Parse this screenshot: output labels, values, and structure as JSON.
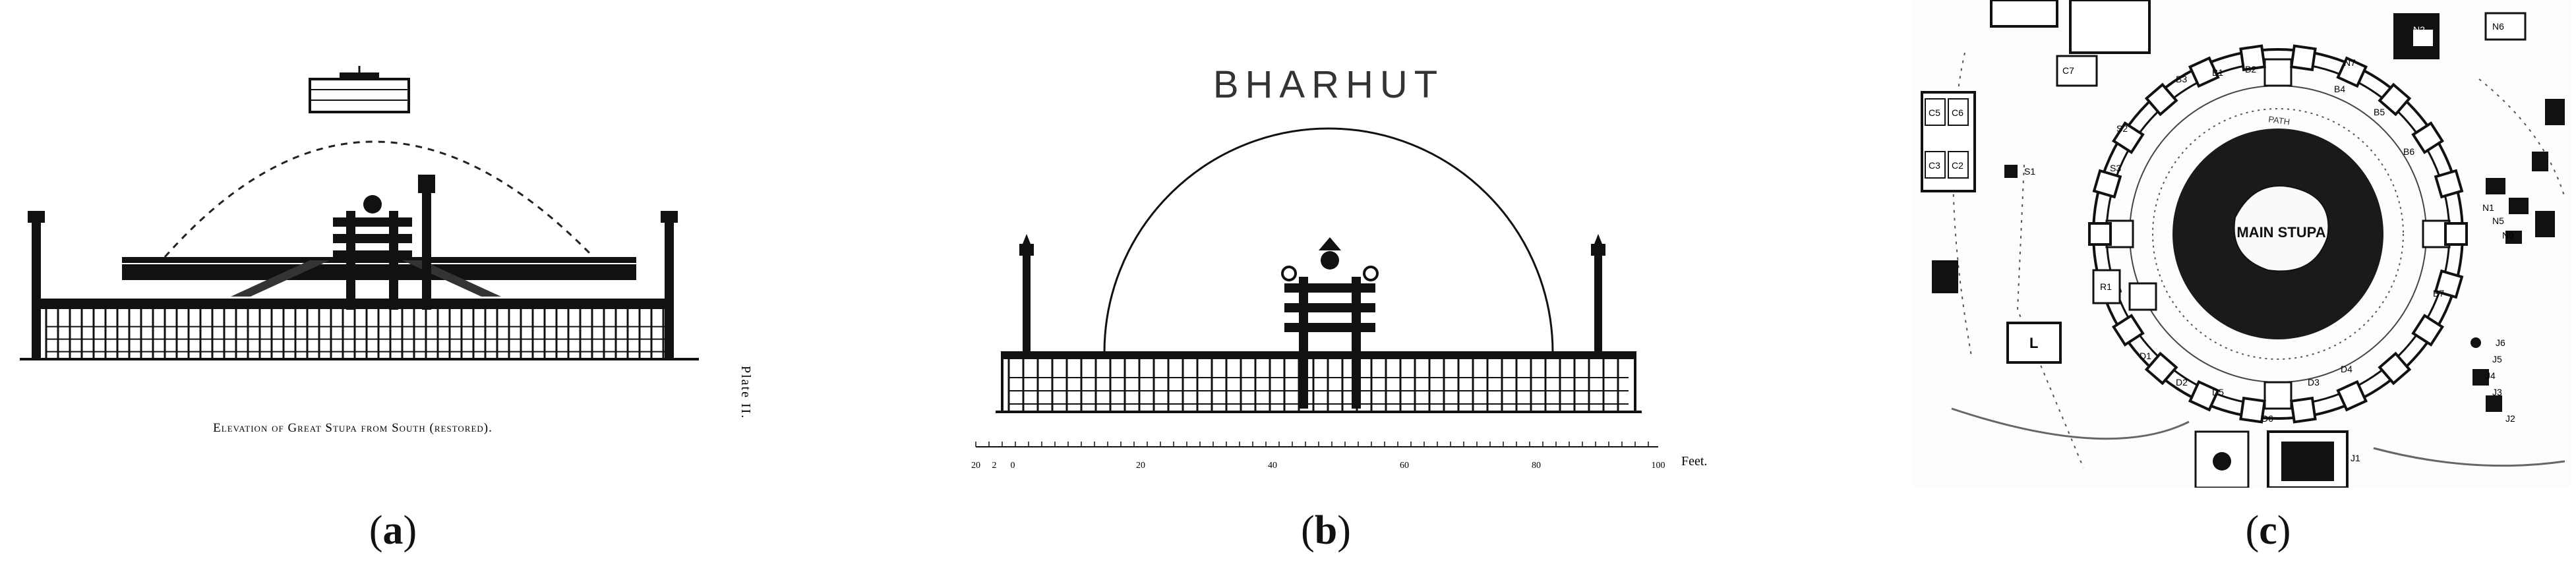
{
  "panels": [
    {
      "id": "a",
      "caption_letter": "a",
      "title_text": "Elevation of Great Stupa from South (restored).",
      "plate_text": "Plate II."
    },
    {
      "id": "b",
      "caption_letter": "b",
      "title_text": "BHARHUT",
      "scale_labels": [
        "20",
        "2",
        "0",
        "20",
        "40",
        "60",
        "80",
        "100"
      ],
      "scale_unit": "Feet."
    },
    {
      "id": "c",
      "caption_letter": "c",
      "main_label": "MAIN STUPA",
      "path_label": "PATH",
      "labels": [
        "N7",
        "N2",
        "N6",
        "B3",
        "B1",
        "B2",
        "C7",
        "C5",
        "C6",
        "C3",
        "C2",
        "S1",
        "S2",
        "S3",
        "B4",
        "B5",
        "B6",
        "N1",
        "N5",
        "N9",
        "R1",
        "B7",
        "D1",
        "D2",
        "D3",
        "D4",
        "D5",
        "D6",
        "L",
        "J6",
        "J5",
        "J4",
        "J3",
        "J2",
        "J1"
      ]
    }
  ]
}
